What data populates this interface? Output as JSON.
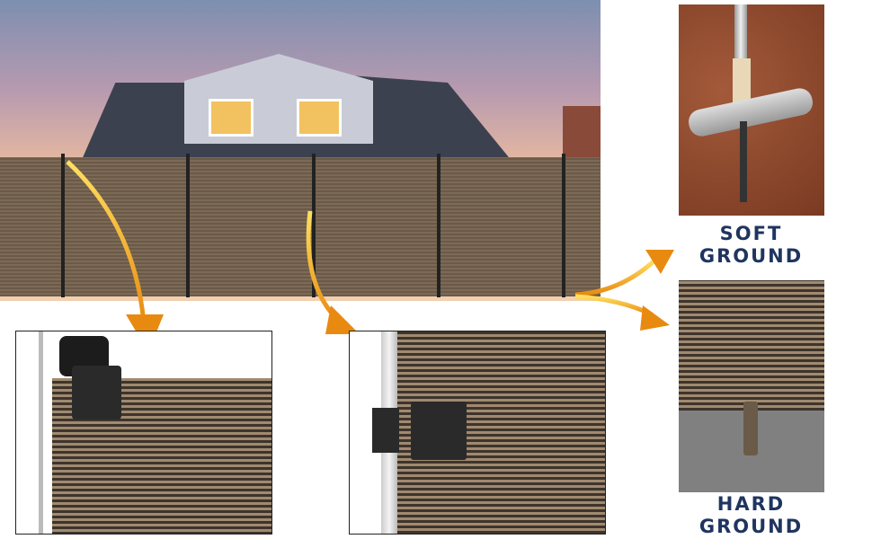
{
  "labels": {
    "soft": [
      "SOFT",
      "GROUND"
    ],
    "hard": [
      "HARD",
      "GROUND"
    ]
  },
  "colors": {
    "label": "#1f3560",
    "arrow": "#f0a020",
    "fence": "#6b5a48"
  }
}
